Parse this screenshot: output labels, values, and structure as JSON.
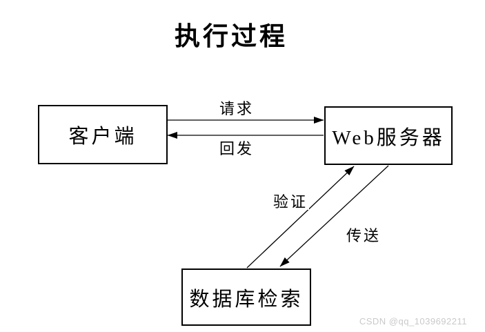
{
  "title": "执行过程",
  "diagram": {
    "nodes": [
      {
        "id": "client",
        "label": "客户端"
      },
      {
        "id": "web-server",
        "label": "Web服务器"
      },
      {
        "id": "database",
        "label": "数据库检索"
      }
    ],
    "edges": [
      {
        "id": "request",
        "label": "请求",
        "from": "client",
        "to": "web-server",
        "direction": "right"
      },
      {
        "id": "postback",
        "label": "回发",
        "from": "web-server",
        "to": "client",
        "direction": "left"
      },
      {
        "id": "verify",
        "label": "验证",
        "from": "database",
        "to": "web-server",
        "direction": "up"
      },
      {
        "id": "transfer",
        "label": "传送",
        "from": "web-server",
        "to": "database",
        "direction": "down"
      }
    ]
  },
  "watermark": "CSDN @qq_1039692211",
  "colors": {
    "background": "#ffffff",
    "stroke": "#000000",
    "text": "#000000",
    "watermark": "#c9c9c9"
  }
}
